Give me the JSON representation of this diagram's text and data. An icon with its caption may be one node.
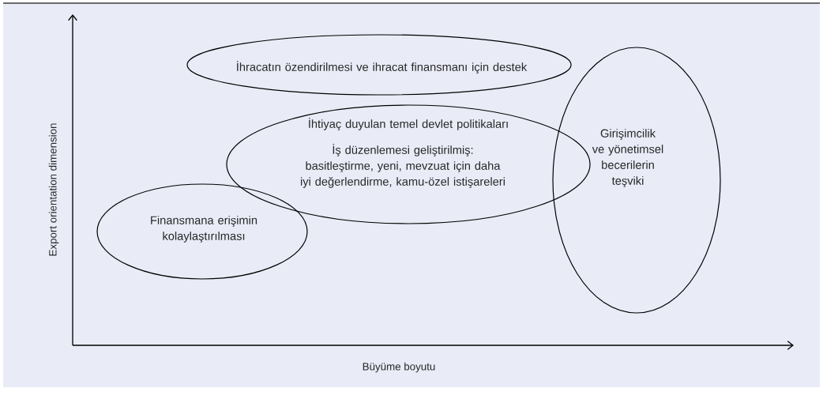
{
  "diagram": {
    "nodes": [
      {
        "text": [
          "İhracatın özendirilmesi ve ihracat finansmanı için destek"
        ]
      },
      {
        "text": [
          "İhtiyaç duyulan temel devlet politikaları",
          "İş düzenlemesi geliştirilmiş: basitleştirme, yeni, mevzuat için daha iyi değerlendirme, kamu-özel istişareleri"
        ]
      },
      {
        "text": [
          "Finansmana erişimin kolaylaştırılması"
        ]
      },
      {
        "text": [
          "Girişimcilik ve yönetimsel becerilerin teşviki"
        ]
      }
    ],
    "labels": [
      "Export orientation dimension",
      "Büyüme boyutu"
    ]
  }
}
